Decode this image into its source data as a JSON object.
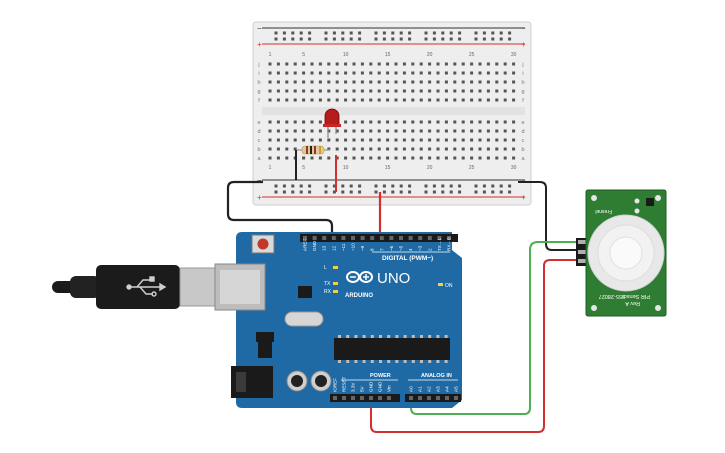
{
  "breadboard": {
    "columns": [
      "1",
      "5",
      "10",
      "15",
      "20",
      "25",
      "30"
    ],
    "rows_top": [
      "j",
      "i",
      "h",
      "g",
      "f"
    ],
    "rows_bottom": [
      "e",
      "d",
      "c",
      "b",
      "a"
    ],
    "rail_plus": "+",
    "rail_minus": "−"
  },
  "arduino": {
    "brand": "ARDUINO",
    "model": "UNO",
    "digital_header": "DIGITAL (PWM~)",
    "pins_digital": [
      "AREF",
      "GND",
      "13",
      "12",
      "~11",
      "~10",
      "~9",
      "8",
      "7",
      "~6",
      "~5",
      "4",
      "~3",
      "2",
      "TX→1",
      "RX←0"
    ],
    "power_label": "POWER",
    "pins_power": [
      "IOREF",
      "RESET",
      "3.3V",
      "5V",
      "GND",
      "GND",
      "Vin"
    ],
    "analog_label": "ANALOG IN",
    "pins_analog": [
      "A0",
      "A1",
      "A2",
      "A3",
      "A4",
      "A5"
    ],
    "led_labels": [
      "L",
      "TX",
      "RX"
    ],
    "on_label": "ON"
  },
  "pir": {
    "title": "PIR Sensor",
    "part": "555-28027",
    "rev": "Rev A",
    "fresnel": "Fresnel"
  },
  "colors": {
    "board": "#1f6aa5",
    "breadboard": "#eeeeee",
    "wire_red": "#d32f2f",
    "wire_black": "#222222",
    "wire_green": "#4caf50",
    "pcb_green": "#2e7d32",
    "led_red": "#b71c1c"
  }
}
